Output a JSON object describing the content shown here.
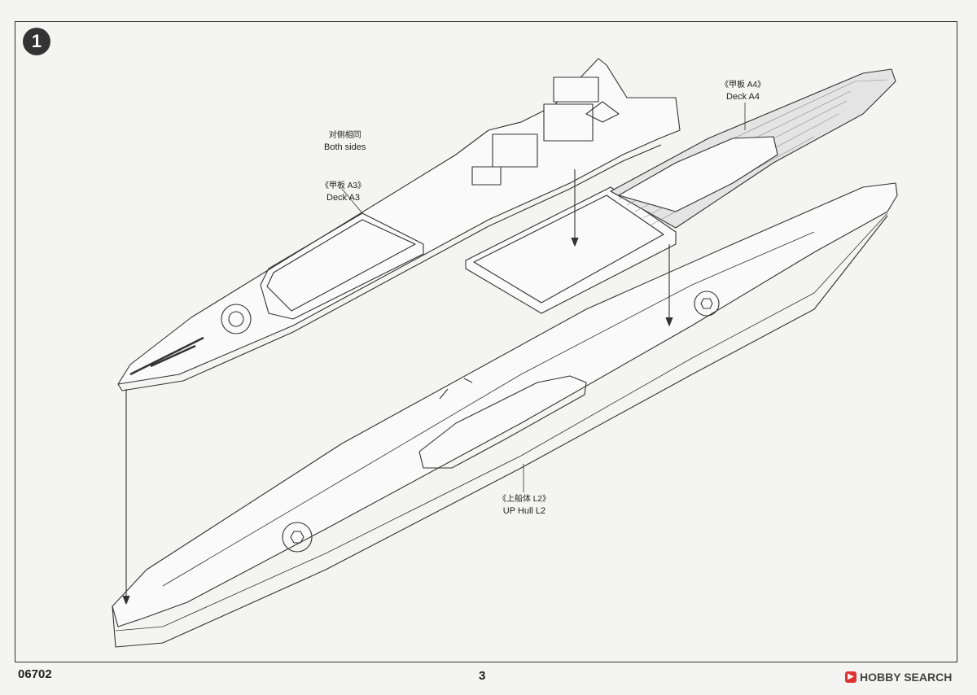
{
  "step": {
    "number": "1"
  },
  "labels": {
    "both_sides": {
      "cn": "对侧相同",
      "en": "Both sides"
    },
    "deck_a3": {
      "cn": "《甲板 A3》",
      "en": "Deck A3"
    },
    "deck_a4": {
      "cn": "《甲板 A4》",
      "en": "Deck A4"
    },
    "up_hull_l2": {
      "cn": "《上船体 L2》",
      "en": "UP Hull L2"
    }
  },
  "footer": {
    "product_code": "06702",
    "page_number": "3"
  },
  "watermark": {
    "text": "HOBBY SEARCH"
  }
}
